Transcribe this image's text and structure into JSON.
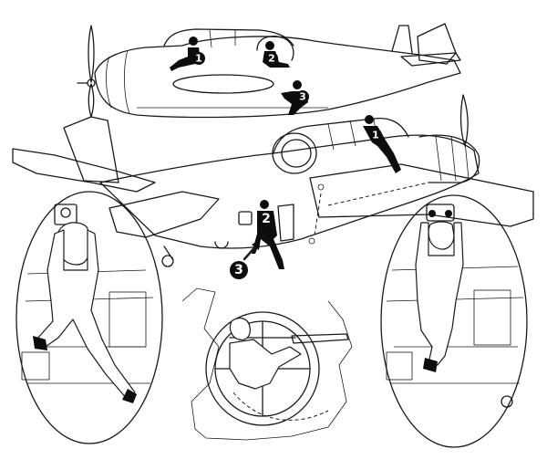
{
  "figure": {
    "station_labels": {
      "top_view": [
        "1",
        "2",
        "3"
      ],
      "main_view_pilot": "1",
      "main_view_radio": "2",
      "callout": "3"
    }
  },
  "colors": {
    "ink": "#1a1a1a",
    "paper": "#ffffff"
  }
}
